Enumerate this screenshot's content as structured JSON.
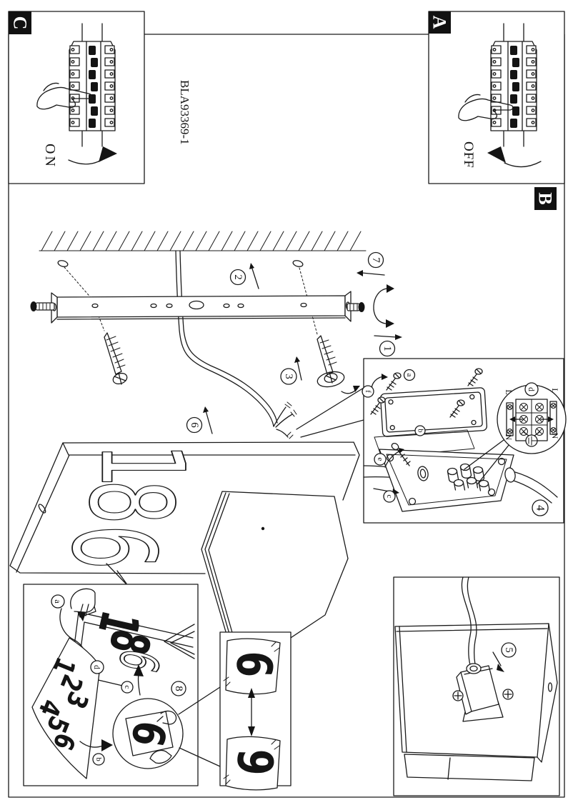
{
  "doc": {
    "part_number": "BLA93369-1"
  },
  "section_labels": {
    "a": "A",
    "b": "B",
    "c": "C"
  },
  "breaker": {
    "on": "ON",
    "off": "OFF"
  },
  "steps": [
    "1",
    "2",
    "3",
    "4",
    "5",
    "6",
    "7",
    "8"
  ],
  "substeps": [
    "a",
    "b",
    "c",
    "d",
    "e",
    "f"
  ],
  "terminal": {
    "live": "L",
    "neutral": "N"
  },
  "house_numbers": {
    "panel_digits": [
      "1",
      "8",
      "6"
    ],
    "inset_digits": [
      "1",
      "8",
      "6"
    ],
    "sticker_sheet": [
      "1",
      "2",
      "3",
      "4",
      "5",
      "6"
    ],
    "sticker_flip": [
      "6",
      "9"
    ],
    "magnified": "6"
  },
  "colors": {
    "ink": "#1a1a1a",
    "label_bg": "#111111",
    "paper": "#ffffff"
  }
}
